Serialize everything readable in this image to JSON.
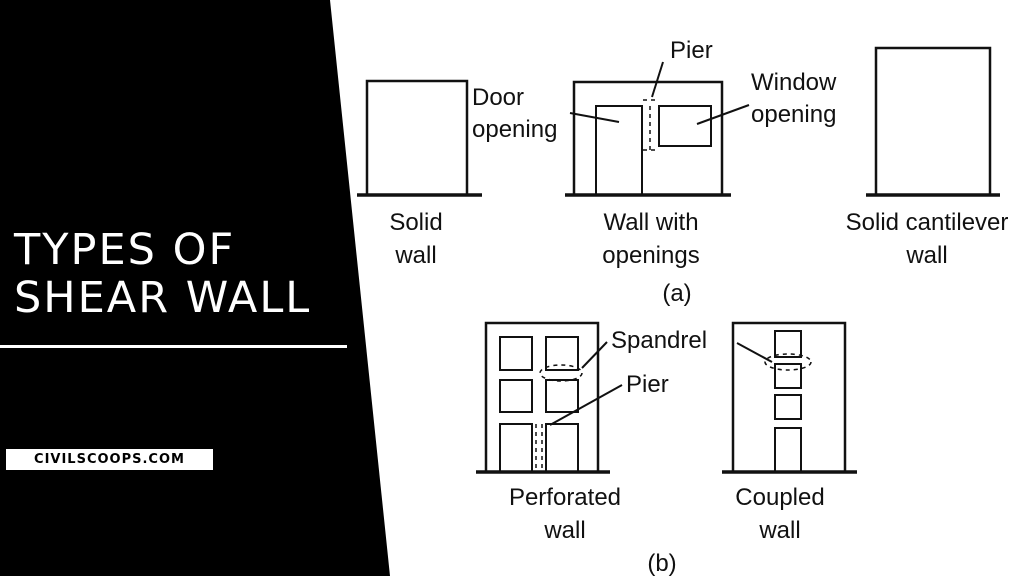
{
  "sidebar": {
    "title_line1": "TYPES OF",
    "title_line2": "SHEAR WALL",
    "brand": "CIVILSCOOPS.COM"
  },
  "diagram": {
    "part_a": {
      "solid_wall": [
        "Solid",
        "wall"
      ],
      "wall_openings": [
        "Wall with",
        "openings"
      ],
      "cantilever_wall": [
        "Solid cantilever",
        "wall"
      ],
      "pier_label": "Pier",
      "door_label": [
        "Door",
        "opening"
      ],
      "window_label": [
        "Window",
        "opening"
      ],
      "caption": "(a)"
    },
    "part_b": {
      "perforated_wall": [
        "Perforated",
        "wall"
      ],
      "coupled_wall": [
        "Coupled",
        "wall"
      ],
      "spandrel_label": "Spandrel",
      "pier_label": "Pier",
      "caption": "(b)"
    }
  },
  "colors": {
    "panel": "#000000",
    "text_light": "#ffffff",
    "ink": "#111111"
  }
}
